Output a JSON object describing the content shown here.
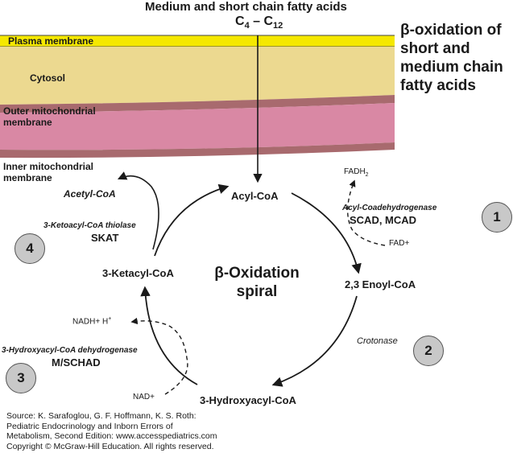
{
  "header": {
    "title_line1": "Medium and short chain fatty acids",
    "chain_c4": "C",
    "chain_c4_sub": "4",
    "chain_dash": " – ",
    "chain_c12": "C",
    "chain_c12_sub": "12"
  },
  "side_title": {
    "line1": "β-oxidation of",
    "line2": "short and",
    "line3": "medium chain",
    "line4": "fatty acids"
  },
  "layers": {
    "plasma_membrane": "Plasma membrane",
    "cytosol": "Cytosol",
    "outer_line1": "Outer mitochondrial",
    "outer_line2": "membrane",
    "inner_line1": "Inner mitochondrial",
    "inner_line2": "membrane"
  },
  "colors": {
    "plasma_yellow": "#f5e800",
    "cytosol_beige": "#ecd990",
    "membrane_brown": "#a86a6e",
    "matrix_pink": "#d988a4",
    "step_circle": "#c8c8c8"
  },
  "cycle": {
    "center_line1": "β-Oxidation",
    "center_line2": "spiral",
    "acyl_coa": "Acyl-CoA",
    "enoyl_coa": "2,3 Enoyl-CoA",
    "hydroxyacyl_coa": "3-Hydroxyacyl-CoA",
    "ketacyl_coa": "3-Ketacyl-CoA",
    "acetyl_coa": "Acetyl-CoA"
  },
  "steps": {
    "step1": {
      "number": "1",
      "enzyme_name": "Acyl-Coadehydrogenase",
      "enzyme_abbr": "SCAD, MCAD",
      "cofactor_out": "FADH",
      "cofactor_out_sub": "2",
      "cofactor_in": "FAD+"
    },
    "step2": {
      "number": "2",
      "enzyme_name": "Crotonase"
    },
    "step3": {
      "number": "3",
      "enzyme_name": "3-Hydroxyacyl-CoA dehydrogenase",
      "enzyme_abbr": "M/SCHAD",
      "cofactor_out": "NADH+ H",
      "cofactor_out_sup": "+",
      "cofactor_in": "NAD+"
    },
    "step4": {
      "number": "4",
      "enzyme_name": "3-Ketoacyl-CoA thiolase",
      "enzyme_abbr": "SKAT"
    }
  },
  "source": {
    "line1": "Source: K. Sarafoglou, G. F. Hoffmann, K. S. Roth:",
    "line2": "Pediatric Endocrinology and Inborn Errors of",
    "line3": "Metabolism, Second Edition: www.accesspediatrics.com",
    "line4": "Copyright © McGraw-Hill Education. All rights reserved."
  }
}
